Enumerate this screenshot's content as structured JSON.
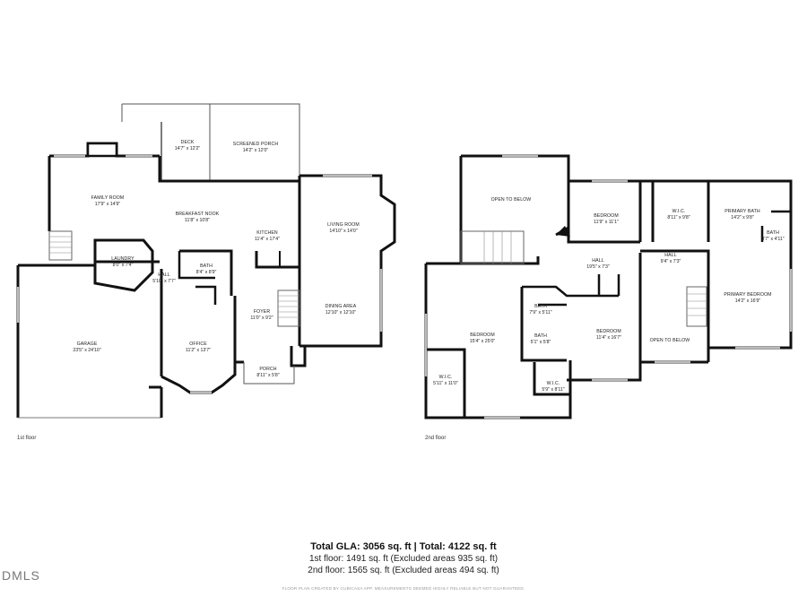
{
  "floors": [
    {
      "label": "1st floor",
      "rooms": [
        {
          "name": "DECK",
          "dim": "14'7\" x 12'2\""
        },
        {
          "name": "SCREENED PORCH",
          "dim": "14'2\" x 12'0\""
        },
        {
          "name": "FAMILY ROOM",
          "dim": "17'9\" x 14'9\""
        },
        {
          "name": "BREAKFAST NOOK",
          "dim": "11'8\" x 10'8\""
        },
        {
          "name": "KITCHEN",
          "dim": "11'4\" x 17'4\""
        },
        {
          "name": "LIVING ROOM",
          "dim": "14'10\" x 14'0\""
        },
        {
          "name": "LAUNDRY",
          "dim": "8'0\" x 7'4\""
        },
        {
          "name": "HALL",
          "dim": "5'10\" x 7'7\""
        },
        {
          "name": "BATH",
          "dim": "8'4\" x 8'9\""
        },
        {
          "name": "FOYER",
          "dim": "11'0\" x 9'2\""
        },
        {
          "name": "DINING AREA",
          "dim": "12'10\" x 12'10\""
        },
        {
          "name": "GARAGE",
          "dim": "23'5\" x 24'10\""
        },
        {
          "name": "OFFICE",
          "dim": "11'2\" x 13'7\""
        },
        {
          "name": "PORCH",
          "dim": "8'11\" x 5'8\""
        }
      ]
    },
    {
      "label": "2nd floor",
      "rooms": [
        {
          "name": "OPEN TO BELOW",
          "dim": ""
        },
        {
          "name": "BEDROOM",
          "dim": "11'9\" x 11'1\""
        },
        {
          "name": "W.I.C.",
          "dim": "8'11\" x 9'8\""
        },
        {
          "name": "PRIMARY BATH",
          "dim": "14'2\" x 9'8\""
        },
        {
          "name": "BATH",
          "dim": "3'7\" x 4'11\""
        },
        {
          "name": "HALL",
          "dim": "19'5\" x 7'3\""
        },
        {
          "name": "HALL",
          "dim": "9'4\" x 7'3\""
        },
        {
          "name": "PRIMARY BEDROOM",
          "dim": "14'2\" x 16'9\""
        },
        {
          "name": "BATH",
          "dim": "7'9\" x 5'11\""
        },
        {
          "name": "BATH",
          "dim": "5'1\" x 5'8\""
        },
        {
          "name": "BEDROOM",
          "dim": "15'4\" x 25'0\""
        },
        {
          "name": "BEDROOM",
          "dim": "11'4\" x 16'7\""
        },
        {
          "name": "OPEN TO BELOW",
          "dim": ""
        },
        {
          "name": "W.I.C.",
          "dim": "5'11\" x 11'0\""
        },
        {
          "name": "W.I.C.",
          "dim": "5'9\" x 8'11\""
        }
      ]
    }
  ],
  "summary": {
    "total": "Total GLA: 3056 sq. ft | Total: 4122 sq. ft",
    "first": "1st floor: 1491 sq. ft (Excluded areas 935 sq. ft)",
    "second": "2nd floor: 1565 sq. ft (Excluded areas 494 sq. ft)",
    "disclaimer": "FLOOR PLAN CREATED BY CUBICASA APP. MEASUREMENTS DEEMED HIGHLY RELIABLE BUT NOT GUARANTEED."
  },
  "watermark": "DMLS"
}
